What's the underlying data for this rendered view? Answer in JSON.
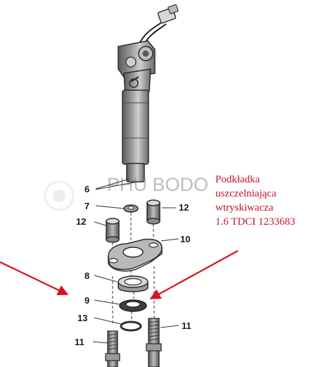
{
  "watermark": "PHU BODO",
  "description_lines": [
    "Podkładka",
    "uszczelniająca",
    "wtryskiwacza",
    "1.6 TDCI 1233683"
  ],
  "callouts": {
    "c6": "6",
    "c7": "7",
    "c12a": "12",
    "c12b": "12",
    "c10": "10",
    "c8": "8",
    "c9": "9",
    "c13": "13",
    "c11a": "11",
    "c11b": "11"
  },
  "colors": {
    "description": "#c4122f",
    "arrow": "#d9121f",
    "part_dark": "#4a4a4a",
    "part_mid": "#8a8a8a",
    "part_light": "#d4d4d4"
  }
}
